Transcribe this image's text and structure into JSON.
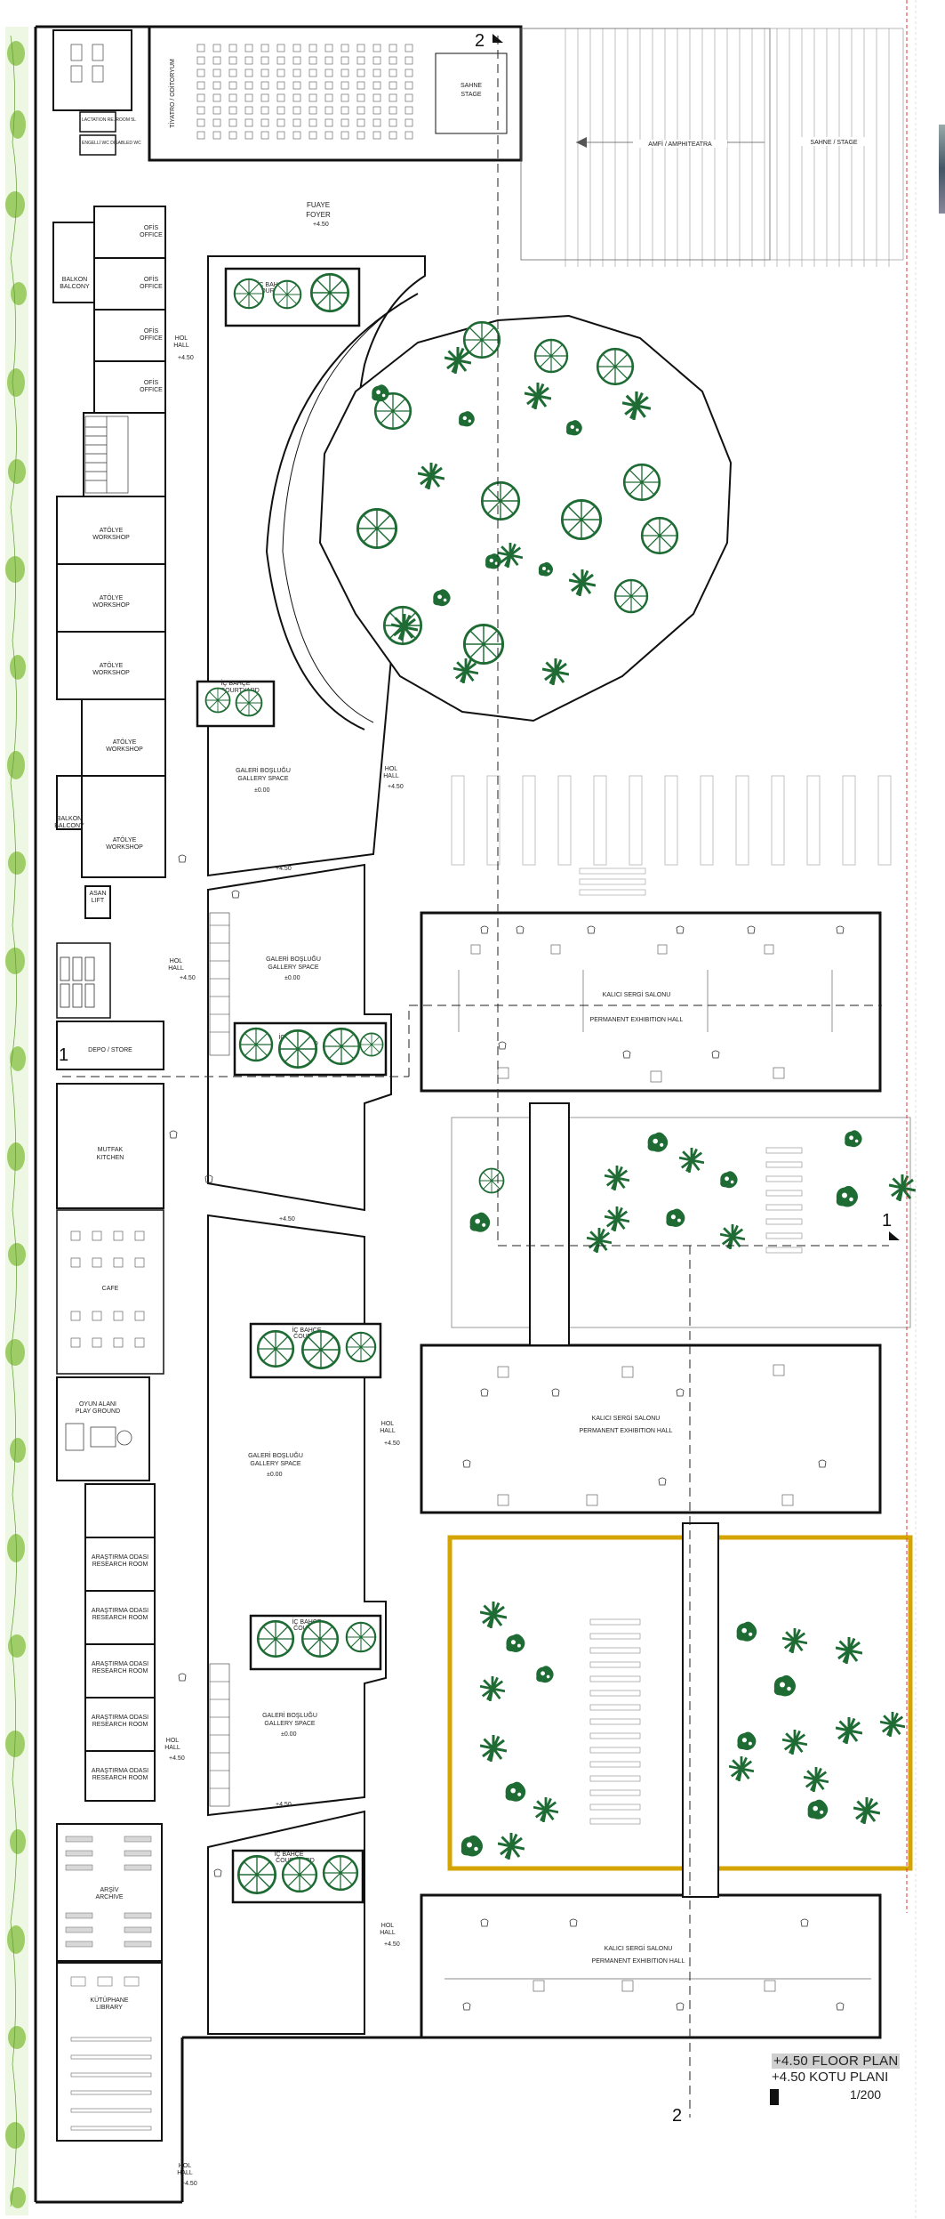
{
  "drawing": {
    "title_en": "+4.50 FLOOR PLAN",
    "title_tr": "+4.50 KOTU PLANI",
    "scale": "1/200"
  },
  "colors": {
    "wall": "#111111",
    "tree": "#1e6b34",
    "tree_fill": "#dcefdc",
    "courtyard_frame": "#d4a400",
    "section_line": "#e3342f",
    "vegetation": "#8bc34a"
  },
  "rooms": {
    "theatre": "TİYATRO / ODİTORYUM",
    "stage": "SAHNE",
    "stage_en": "STAGE",
    "amphi": "AMFİ / AMPHITEATRA",
    "amphi_stage": "SAHNE / STAGE",
    "lactation": "LACTATION RE. ROOM 5L",
    "disabled_wc": "ENGELLİ WC DISABLED WC",
    "foyer": "FUAYE",
    "foyer_en": "FOYER",
    "balcony": "BALKON",
    "balcony_en": "BALCONY",
    "office": "OFİS",
    "office_en": "OFFICE",
    "hall": "HOL",
    "hall_en": "HALL",
    "workshop": "ATÖLYE",
    "workshop_en": "WORKSHOP",
    "lift": "ASAN",
    "lift_en": "LIFT",
    "courtyard": "İÇ BAHÇE",
    "courtyard_en": "COURTYARD",
    "gallery": "GALERİ BOŞLUĞU",
    "gallery_en": "GALLERY SPACE",
    "depot": "DEPO / STORE",
    "kitchen": "MUTFAK",
    "kitchen_en": "KITCHEN",
    "cafe": "CAFE",
    "play": "OYUN ALANI",
    "play_en": "PLAY GROUND",
    "research": "ARAŞTIRMA ODASI",
    "research_en": "RESEARCH ROOM",
    "archive": "ARŞİV",
    "archive_en": "ARCHIVE",
    "library": "KÜTÜPHANE",
    "library_en": "LIBRARY",
    "exhibition": "KALICI SERGİ SALONU",
    "exhibition_en": "PERMANENT EXHIBITION HALL"
  },
  "levels": {
    "upper": "+4.50",
    "ground": "±0.00"
  },
  "sections": {
    "s1": "1",
    "s2": "2"
  }
}
